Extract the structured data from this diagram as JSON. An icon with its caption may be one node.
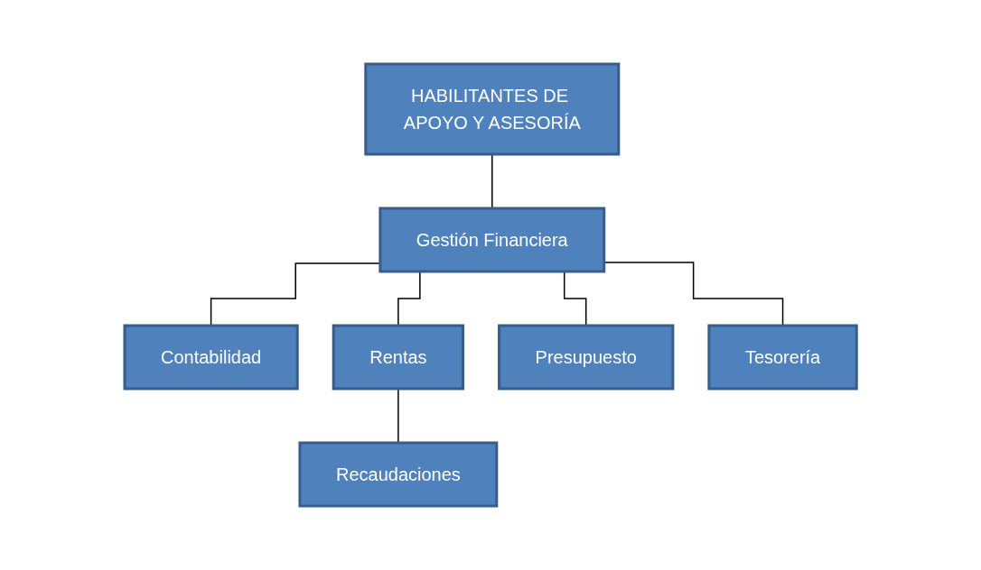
{
  "diagram": {
    "nodes": [
      {
        "text": [
          "HABILITANTES DE APOYO Y ASESORÍA"
        ]
      },
      {
        "text": [
          "Gestión Financiera"
        ]
      },
      {
        "text": [
          "Contabilidad"
        ]
      },
      {
        "text": [
          "Rentas"
        ]
      },
      {
        "text": [
          "Presupuesto"
        ]
      },
      {
        "text": [
          "Tesorería"
        ]
      },
      {
        "text": [
          "Recaudaciones"
        ]
      }
    ],
    "edges": [
      {
        "from": 0,
        "to": 1,
        "arrow": "none"
      },
      {
        "from": 1,
        "to": 2,
        "arrow": "none"
      },
      {
        "from": 1,
        "to": 3,
        "arrow": "none"
      },
      {
        "from": 1,
        "to": 4,
        "arrow": "none"
      },
      {
        "from": 1,
        "to": 5,
        "arrow": "none"
      },
      {
        "from": 3,
        "to": 6,
        "arrow": "none"
      }
    ]
  }
}
